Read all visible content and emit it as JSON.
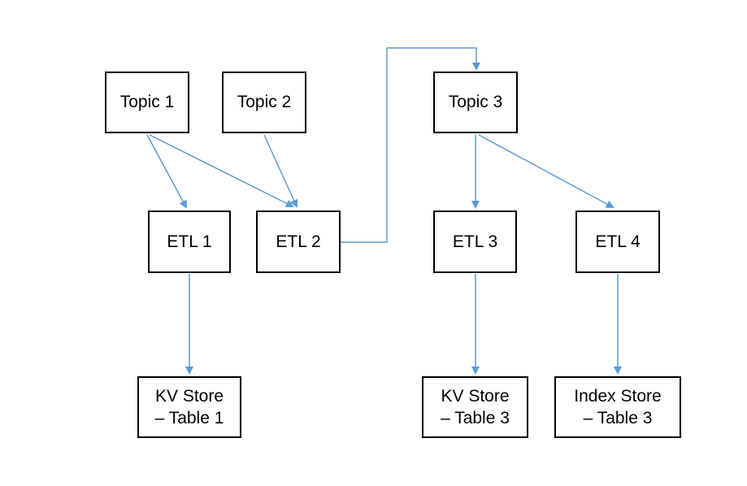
{
  "diagram": {
    "colors": {
      "arrow": "#5B9BD5",
      "box_border": "#000000",
      "box_fill": "#ffffff",
      "text": "#000000",
      "background": "#ffffff"
    },
    "nodes": {
      "topic1": {
        "label": "Topic 1"
      },
      "topic2": {
        "label": "Topic 2"
      },
      "topic3": {
        "label": "Topic 3"
      },
      "etl1": {
        "label": "ETL 1"
      },
      "etl2": {
        "label": "ETL 2"
      },
      "etl3": {
        "label": "ETL 3"
      },
      "etl4": {
        "label": "ETL 4"
      },
      "kv_store_table1": {
        "line1": "KV Store",
        "line2": "– Table 1"
      },
      "kv_store_table3": {
        "line1": "KV Store",
        "line2": "– Table 3"
      },
      "index_store_table3": {
        "line1": "Index Store",
        "line2": "– Table 3"
      }
    },
    "edges": [
      {
        "from": "Topic 1",
        "to": "ETL 1",
        "type": "straight"
      },
      {
        "from": "Topic 1",
        "to": "ETL 2",
        "type": "straight"
      },
      {
        "from": "Topic 2",
        "to": "ETL 2",
        "type": "straight"
      },
      {
        "from": "ETL 2",
        "to": "Topic 3",
        "type": "elbow"
      },
      {
        "from": "Topic 3",
        "to": "ETL 3",
        "type": "straight"
      },
      {
        "from": "Topic 3",
        "to": "ETL 4",
        "type": "straight"
      },
      {
        "from": "ETL 1",
        "to": "KV Store – Table 1",
        "type": "straight"
      },
      {
        "from": "ETL 3",
        "to": "KV Store – Table 3",
        "type": "straight"
      },
      {
        "from": "ETL 4",
        "to": "Index Store – Table 3",
        "type": "straight"
      }
    ]
  }
}
